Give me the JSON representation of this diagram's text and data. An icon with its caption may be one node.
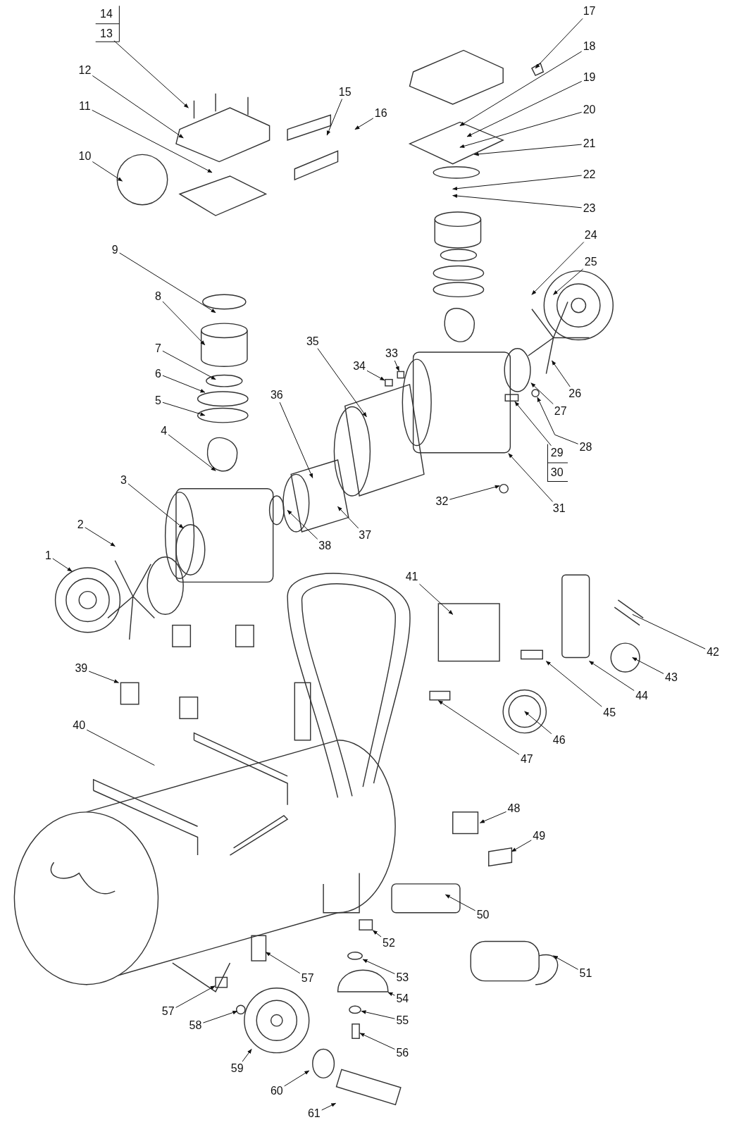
{
  "diagram": {
    "nodes": [
      {
        "text": [
          "1"
        ]
      },
      {
        "text": [
          "2"
        ]
      },
      {
        "text": [
          "3"
        ]
      },
      {
        "text": [
          "4"
        ]
      },
      {
        "text": [
          "5"
        ]
      },
      {
        "text": [
          "6"
        ]
      },
      {
        "text": [
          "7"
        ]
      },
      {
        "text": [
          "8"
        ]
      },
      {
        "text": [
          "9"
        ]
      },
      {
        "text": [
          "10"
        ]
      },
      {
        "text": [
          "11"
        ]
      },
      {
        "text": [
          "12"
        ]
      },
      {
        "text": [
          "13"
        ]
      },
      {
        "text": [
          "14"
        ]
      },
      {
        "text": [
          "15"
        ]
      },
      {
        "text": [
          "16"
        ]
      },
      {
        "text": [
          "17"
        ]
      },
      {
        "text": [
          "18"
        ]
      },
      {
        "text": [
          "19"
        ]
      },
      {
        "text": [
          "20"
        ]
      },
      {
        "text": [
          "21"
        ]
      },
      {
        "text": [
          "22"
        ]
      },
      {
        "text": [
          "23"
        ]
      },
      {
        "text": [
          "24"
        ]
      },
      {
        "text": [
          "25"
        ]
      },
      {
        "text": [
          "26"
        ]
      },
      {
        "text": [
          "27"
        ]
      },
      {
        "text": [
          "28"
        ]
      },
      {
        "text": [
          "29"
        ]
      },
      {
        "text": [
          "30"
        ]
      },
      {
        "text": [
          "31"
        ]
      },
      {
        "text": [
          "32"
        ]
      },
      {
        "text": [
          "33"
        ]
      },
      {
        "text": [
          "34"
        ]
      },
      {
        "text": [
          "35"
        ]
      },
      {
        "text": [
          "36"
        ]
      },
      {
        "text": [
          "37"
        ]
      },
      {
        "text": [
          "38"
        ]
      },
      {
        "text": [
          "39"
        ]
      },
      {
        "text": [
          "40"
        ]
      },
      {
        "text": [
          "41"
        ]
      },
      {
        "text": [
          "42"
        ]
      },
      {
        "text": [
          "43"
        ]
      },
      {
        "text": [
          "44"
        ]
      },
      {
        "text": [
          "45"
        ]
      },
      {
        "text": [
          "46"
        ]
      },
      {
        "text": [
          "47"
        ]
      },
      {
        "text": [
          "48"
        ]
      },
      {
        "text": [
          "49"
        ]
      },
      {
        "text": [
          "50"
        ]
      },
      {
        "text": [
          "51"
        ]
      },
      {
        "text": [
          "52"
        ]
      },
      {
        "text": [
          "53"
        ]
      },
      {
        "text": [
          "54"
        ]
      },
      {
        "text": [
          "55"
        ]
      },
      {
        "text": [
          "56"
        ]
      },
      {
        "text": [
          "57"
        ]
      },
      {
        "text": [
          "57"
        ]
      },
      {
        "text": [
          "58"
        ]
      },
      {
        "text": [
          "59"
        ]
      },
      {
        "text": [
          "60"
        ]
      },
      {
        "text": [
          "61"
        ]
      },
      {
        "text": [],
        "shape": "circle"
      },
      {
        "text": [],
        "shape": "bar"
      },
      {
        "text": [],
        "shape": "bar"
      },
      {
        "text": [],
        "shape": "circle"
      },
      {
        "text": [],
        "shape": "dome"
      },
      {
        "text": [],
        "shape": "bar"
      },
      {
        "text": [],
        "shape": "box"
      },
      {
        "text": [],
        "shape": "bar"
      },
      {
        "text": [],
        "shape": "bar"
      },
      {
        "text": [],
        "shape": "circle"
      },
      {
        "text": [],
        "shape": "box"
      },
      {
        "text": [],
        "shape": "box"
      },
      {
        "text": [],
        "shape": "circle"
      }
    ],
    "edges": [
      {
        "from": 0,
        "to": null,
        "arrow": "to"
      },
      {
        "from": 1,
        "to": null,
        "arrow": "to"
      },
      {
        "from": 2,
        "to": null,
        "arrow": "to"
      },
      {
        "from": 3,
        "to": null,
        "arrow": "to"
      },
      {
        "from": 4,
        "to": null,
        "arrow": "to"
      },
      {
        "from": 5,
        "to": null,
        "arrow": "to"
      },
      {
        "from": 6,
        "to": null,
        "arrow": "to"
      },
      {
        "from": 7,
        "to": null,
        "arrow": "to"
      },
      {
        "from": 8,
        "to": null,
        "arrow": "to"
      },
      {
        "from": 9,
        "to": null,
        "arrow": "to"
      },
      {
        "from": 10,
        "to": null,
        "arrow": "to"
      },
      {
        "from": 11,
        "to": null,
        "arrow": "to"
      },
      {
        "from": 12,
        "to": null,
        "arrow": "to"
      },
      {
        "from": 14,
        "to": null,
        "arrow": "to"
      },
      {
        "from": 15,
        "to": null,
        "arrow": "to"
      },
      {
        "from": 16,
        "to": null,
        "arrow": "to"
      },
      {
        "from": 17,
        "to": null,
        "arrow": "to"
      },
      {
        "from": 18,
        "to": null,
        "arrow": "to"
      },
      {
        "from": 19,
        "to": null,
        "arrow": "to"
      },
      {
        "from": 20,
        "to": null,
        "arrow": "to"
      },
      {
        "from": 21,
        "to": null,
        "arrow": "to"
      },
      {
        "from": 22,
        "to": null,
        "arrow": "to"
      },
      {
        "from": 23,
        "to": null,
        "arrow": "to"
      },
      {
        "from": 24,
        "to": null,
        "arrow": "to"
      },
      {
        "from": 25,
        "to": null,
        "arrow": "to"
      },
      {
        "from": 26,
        "to": 71,
        "arrow": "to"
      },
      {
        "from": 27,
        "to": 62,
        "arrow": "to"
      },
      {
        "from": 28,
        "to": 63,
        "arrow": "to"
      },
      {
        "from": 30,
        "to": 72,
        "arrow": "to"
      },
      {
        "from": 31,
        "to": null,
        "arrow": "to"
      },
      {
        "from": 32,
        "to": 70,
        "arrow": "to"
      },
      {
        "from": 33,
        "to": 64,
        "arrow": "to"
      },
      {
        "from": 34,
        "to": null,
        "arrow": "to"
      },
      {
        "from": 35,
        "to": null,
        "arrow": "to"
      },
      {
        "from": 36,
        "to": null,
        "arrow": "to"
      },
      {
        "from": 37,
        "to": null,
        "arrow": "to"
      },
      {
        "from": 38,
        "to": null,
        "arrow": "to"
      },
      {
        "from": 39,
        "to": null,
        "arrow": "none"
      },
      {
        "from": 40,
        "to": null,
        "arrow": "to"
      },
      {
        "from": 41,
        "to": null,
        "arrow": "none"
      },
      {
        "from": 42,
        "to": null,
        "arrow": "to"
      },
      {
        "from": 43,
        "to": null,
        "arrow": "to"
      },
      {
        "from": 44,
        "to": null,
        "arrow": "to"
      },
      {
        "from": 45,
        "to": null,
        "arrow": "to"
      },
      {
        "from": 46,
        "to": null,
        "arrow": "to"
      },
      {
        "from": 47,
        "to": null,
        "arrow": "to"
      },
      {
        "from": 48,
        "to": null,
        "arrow": "to"
      },
      {
        "from": 49,
        "to": null,
        "arrow": "to"
      },
      {
        "from": 50,
        "to": null,
        "arrow": "to"
      },
      {
        "from": 51,
        "to": 73,
        "arrow": "to"
      },
      {
        "from": 52,
        "to": 65,
        "arrow": "to"
      },
      {
        "from": 53,
        "to": 66,
        "arrow": "to"
      },
      {
        "from": 54,
        "to": 74,
        "arrow": "to"
      },
      {
        "from": 55,
        "to": 67,
        "arrow": "to"
      },
      {
        "from": 56,
        "to": null,
        "arrow": "to"
      },
      {
        "from": 57,
        "to": 68,
        "arrow": "to"
      },
      {
        "from": 58,
        "to": null,
        "arrow": "to"
      },
      {
        "from": 59,
        "to": null,
        "arrow": "to"
      },
      {
        "from": 60,
        "to": null,
        "arrow": "to"
      },
      {
        "from": 61,
        "to": 69,
        "arrow": "to"
      }
    ]
  }
}
